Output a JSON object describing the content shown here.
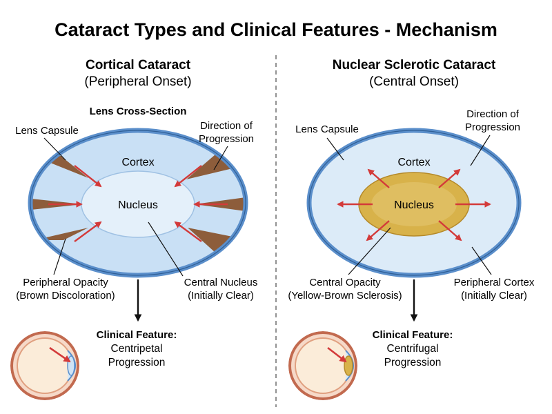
{
  "title": "Cataract Types and Clinical Features - Mechanism",
  "colors": {
    "capsule": "#5b8fcb",
    "cortex": "#c9e0f5",
    "nucleus_clear": "#e4f0fa",
    "nucleus_sclerotic": "#d8b24a",
    "opacity_brown": "#8a5530",
    "arrow": "#d33a3a",
    "divider": "#777777"
  },
  "left": {
    "heading": "Cortical Cataract",
    "subheading": "(Peripheral Onset)",
    "section_label": "Lens Cross-Section",
    "capsule_label": "Lens Capsule",
    "direction_label": [
      "Direction of",
      "Progression"
    ],
    "cortex_label": "Cortex",
    "nucleus_label": "Nucleus",
    "peripheral_label": [
      "Peripheral Opacity",
      "(Brown Discoloration)"
    ],
    "central_label": [
      "Central Nucleus",
      "(Initially Clear)"
    ],
    "clinical_title": "Clinical Feature:",
    "clinical_body": [
      "Centripetal",
      "Progression"
    ]
  },
  "right": {
    "heading": "Nuclear Sclerotic Cataract",
    "subheading": "(Central Onset)",
    "capsule_label": "Lens Capsule",
    "direction_label": [
      "Direction of",
      "Progression"
    ],
    "cortex_label": "Cortex",
    "nucleus_label": "Nucleus",
    "central_label": [
      "Central Opacity",
      "(Yellow-Brown Sclerosis)"
    ],
    "peripheral_label": [
      "Peripheral Cortex",
      "(Initially Clear)"
    ],
    "clinical_title": "Clinical Feature:",
    "clinical_body": [
      "Centrifugal",
      "Progression"
    ]
  }
}
